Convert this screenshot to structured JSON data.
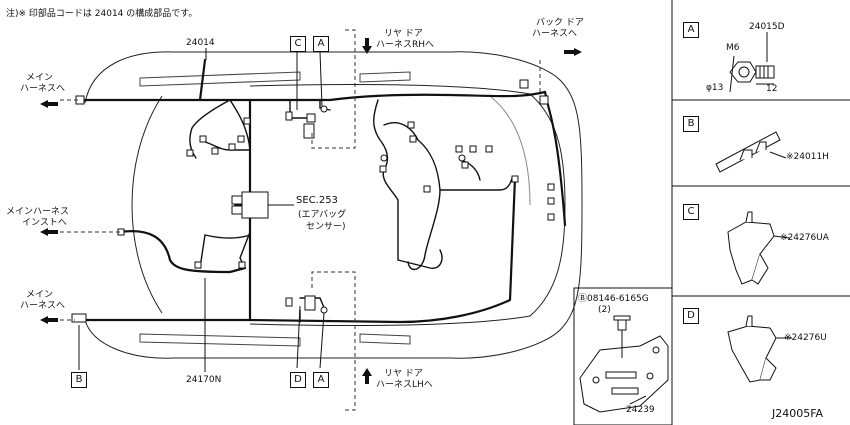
{
  "note": "注)※ 印部品コードは 24014 の構成部品です。",
  "diagram_code": "J24005FA",
  "main_harness": {
    "part_number": "24014",
    "part_number_2": "24170N",
    "sec": "SEC.253",
    "sec_sub_1": "(エアバッグ",
    "sec_sub_2": "センサー)"
  },
  "connections": {
    "main_top_1": "メイン",
    "main_top_2": "ハーネスへ",
    "main_inst_1": "メインハーネス",
    "main_inst_2": "インストへ",
    "main_bot_1": "メイン",
    "main_bot_2": "ハーネスへ",
    "rear_rh_1": "リヤ ドア",
    "rear_rh_2": "ハーネスRHへ",
    "rear_lh_1": "リヤ ドア",
    "rear_lh_2": "ハーネスLHへ",
    "back_1": "バック ドア",
    "back_2": "ハーネスへ"
  },
  "callouts": {
    "top_c": "C",
    "top_a": "A",
    "bot_d": "D",
    "bot_a": "A",
    "left_b": "B"
  },
  "panels": {
    "a": {
      "letter": "A",
      "part": "24015D",
      "m6": "M6",
      "dia": "φ13",
      "len": "12"
    },
    "b": {
      "letter": "B",
      "part": "※24011H"
    },
    "c": {
      "letter": "C",
      "part": "※24276UA"
    },
    "d": {
      "letter": "D",
      "part": "※24276U"
    },
    "bottom": {
      "bolt": "Ⓑ08146-6165G",
      "qty": "(2)",
      "bracket": "24239"
    }
  }
}
